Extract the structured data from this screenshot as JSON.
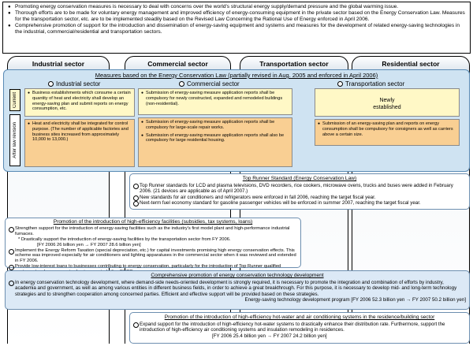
{
  "intro": [
    "Promoting energy conservation measures is necessary to deal with concerns over the world's structural energy supply/demand pressure and the global warming issue.",
    "Thorough efforts are to be made for voluntary energy management and improved efficiency of energy-consuming equipment in the private sector based on the Energy Conservation Law. Measures for the transportation sector, etc. are to be implemented steadily based on the Revised Law Concerning the Rational Use of Energy enforced in April 2006.",
    "Comprehensive promotion of support for the introduction and dissemination of energy-saving equipment and systems and measures for the development of related energy-saving technologies in the industrial, commercial/residential and transportation sectors."
  ],
  "sectors": {
    "industrial": "Industrial sector",
    "commercial": "Commercial sector",
    "transportation": "Transportation sector",
    "residential": "Residential sector"
  },
  "energy_law": {
    "title": "Measures based on the Energy Conservation Law (partially revised in Aug. 2005 and enforced in April 2006)",
    "label_current": "Current",
    "label_after": "After law revision",
    "industrial_head": "Industrial sector",
    "commercial_head": "Commercial sector",
    "transport_head": "Transportation sector",
    "industrial_current": "Business establishments which consume a certain quantity of heat and electricity shall develop an energy-saving plan and submit reports on energy consumption, etc.",
    "industrial_after": "Heat and electricity shall be integrated for control purpose. (The number of applicable factories and business sites increased from approximately 10,000 to 13,000.)",
    "commercial_current": "Submission of energy-saving measure application reports shall be compulsory for newly constructed, expanded and remodeled buildings (non-residential).",
    "commercial_after_1": "Submission of energy-saving measure application reports shall be compulsory for large-scale repair works.",
    "commercial_after_2": "Submission of energy-saving measure application reports shall also be compulsory for large residential housing.",
    "transport_current_1": "Newly",
    "transport_current_2": "established",
    "transport_after": "Submission of an energy-saving plan and reports on energy consumption shall be compulsory for consigners as well as carriers above a certain size."
  },
  "top_runner": {
    "title": "Top Runner Standard (Energy Conservation Law)",
    "item1": "Top Runner standards for LCD and plasma televisions, DVD recorders, rice cookers, microwave ovens, trucks and buses were added in February 2006. (21 devices are applicable as of April 2007.)",
    "item2": "New  standards for air conditioners and refrigerators were enforced in fall 2006, reaching the target fiscal year.",
    "item3": "Next-term fuel economy standard for gasoline passenger vehicles will be enforced in summer 2007, reaching the target fiscal year."
  },
  "high_eff": {
    "title": "Promotion of the introduction of high-efficiency facilities (subsidies, tax systems, loans)",
    "item1": "Strengthen support for the introduction of energy-saving facilities such as the industry's first model plant and high-performance industrial furnaces.",
    "item1_sub": "* Drastically support the introduction of energy-saving facilities by the transportation sector from FY 2006.",
    "item1_budget": "[FY 2006 26 billion yen  →  FY 2007 28.6 billion yen]",
    "item2": "Implement the Energy Reform Taxation (special depreciation, etc.) for capital investments promising high energy conservation effects. This scheme was improved especially for air conditioners and lighting apparatuses in the commercial sector when it was reviewed and extended in FY 2006.",
    "item3": "Provide low-interest loans to businesses contributing to energy conservation, particularly for the introduction of Top Runner qualified equipment  and  energy-saving businesses including  ESCO ."
  },
  "tech_dev": {
    "title": "Comprehensive promotion of energy conservation technology development",
    "text": "In energy conservation technology development, where demand-side needs-oriented development is strongly required, it is necessary to promote the integration and combination of efforts by industry, academia and government, as well as among various entities in different business fields, in order to achieve a great breakthrough. For this purpose, it is necessary to develop mid- and long-term technology strategies and to strengthen cooperation among concerned parties.  Efficient and effective support will be provided based on these strategies.",
    "budget": "Energy-saving technology development program [FY 2006 52.3 billion yen  →  FY 2007 50.2 billion yen]"
  },
  "hot_water": {
    "title": "Promotion of the introduction of high-efficiency hot-water and air conditioning systems in the residence/building sector",
    "text": "Expand support for the introduction of high-efficiency hot-water systems to drastically enhance their distribution rate. Furthermore, support the introduction of high-efficiency air conditioning systems and insulation remodeling in residences.",
    "budget": "[FY 2006 25.4 billion yen  →  FY 2007 24.2 billion yen]"
  }
}
